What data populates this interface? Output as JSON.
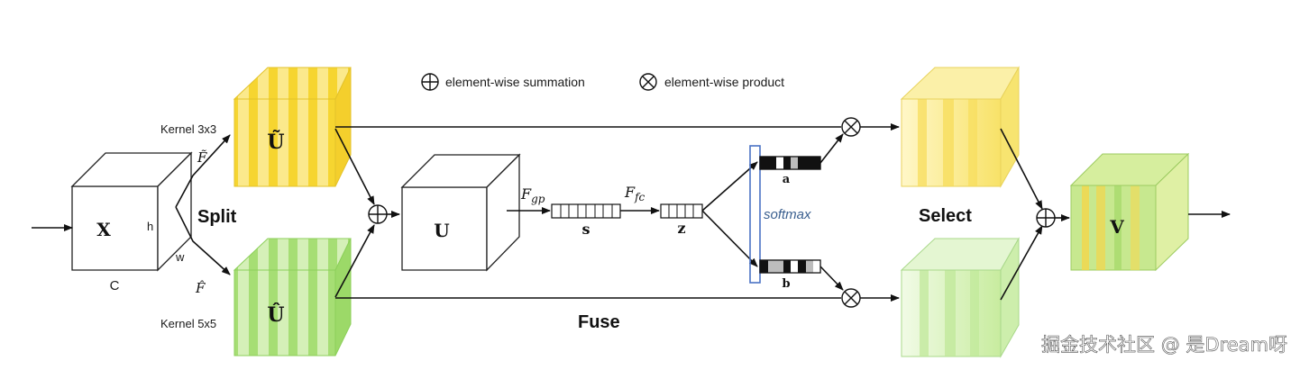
{
  "legend": {
    "sum": "element-wise summation",
    "product": "element-wise product"
  },
  "nodes": {
    "x": {
      "label": "X",
      "h": "h",
      "w": "w",
      "c": "C"
    },
    "u_tilde": {
      "label": "Ũ",
      "kernel": "Kernel 3x3"
    },
    "u_hat": {
      "label": "Û",
      "kernel": "Kernel 5x5"
    },
    "u": {
      "label": "U"
    },
    "s": {
      "label": "s"
    },
    "z": {
      "label": "z"
    },
    "a": {
      "label": "a"
    },
    "b": {
      "label": "b"
    },
    "v": {
      "label": "V"
    }
  },
  "ops": {
    "split": "Split",
    "fuse": "Fuse",
    "select": "Select",
    "f_tilde": "F̃",
    "f_hat": "F̂",
    "f_gp": "Fgp",
    "f_fc": "Ffc",
    "softmax": "softmax"
  },
  "colors": {
    "yellow": "#f6d530",
    "green": "#9fdc6a",
    "softmax_box": "#4a72c4",
    "softmax_text": "#3a5f8f"
  },
  "watermark": "掘金技术社区 @ 是Dream呀"
}
